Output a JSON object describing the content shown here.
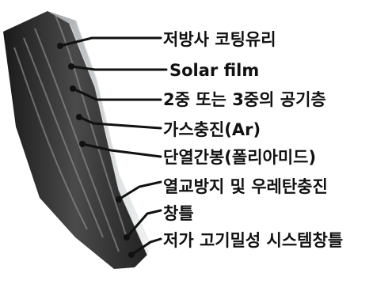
{
  "labels": [
    "저방사 코팅유리",
    "Solar film",
    "2중 또는 3중의 공기층",
    "가스충진(Ar)",
    "단열간봉(폴리아미드)",
    "열교방지 및 우레탄충진",
    "창틀",
    "저가 고기밀성 시스템창틀"
  ],
  "colors": {
    "ink": "#111111",
    "frame": "#2e2e2e",
    "glass": "#cfd3d6"
  }
}
